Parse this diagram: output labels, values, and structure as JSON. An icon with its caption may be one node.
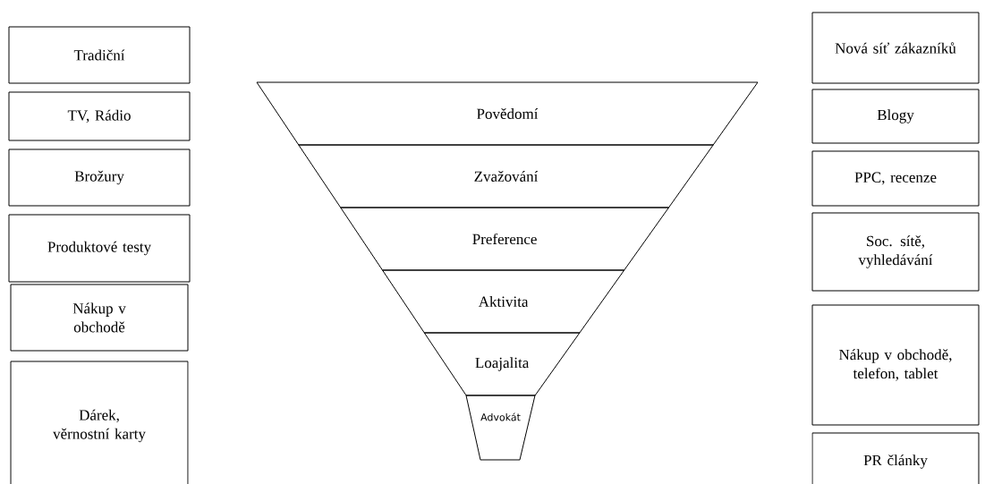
{
  "diagram": {
    "nodes": [
      {
        "text": [
          "Tradiční"
        ]
      },
      {
        "text": [
          "TV, Rádio"
        ]
      },
      {
        "text": [
          "Brožury"
        ]
      },
      {
        "text": [
          "Produktové testy"
        ]
      },
      {
        "text": [
          "Nákup v obchodě"
        ]
      },
      {
        "text": [
          "Dárek, věrnostní karty"
        ]
      },
      {
        "text": [
          "Povědomí"
        ]
      },
      {
        "text": [
          "Zvažování"
        ]
      },
      {
        "text": [
          "Preference"
        ]
      },
      {
        "text": [
          "Aktivita"
        ]
      },
      {
        "text": [
          "Loajalita"
        ]
      },
      {
        "text": [
          "Advokát"
        ]
      },
      {
        "text": [
          "Nová síť zákazníků"
        ]
      },
      {
        "text": [
          "Blogy"
        ]
      },
      {
        "text": [
          "PPC, recenze"
        ]
      },
      {
        "text": [
          "Soc. sítě, vyhledávání"
        ]
      },
      {
        "text": [
          "Nákup v obchodě, telefon, tablet"
        ]
      },
      {
        "text": [
          "PR články"
        ]
      }
    ]
  }
}
